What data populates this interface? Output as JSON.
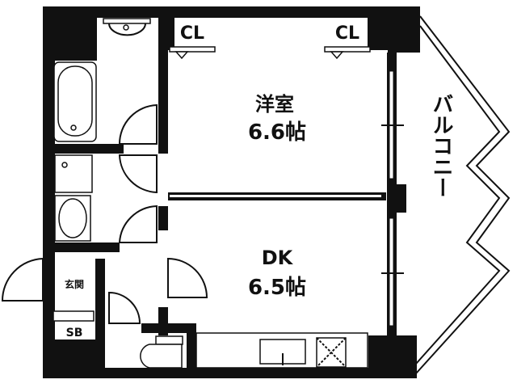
{
  "plan": {
    "closet_left": "CL",
    "closet_right": "CL",
    "western_room": {
      "name": "洋室",
      "size": "6.6帖"
    },
    "dining_kitchen": {
      "name": "DK",
      "size": "6.5帖"
    },
    "balcony": "バルコニー",
    "entrance": "玄関",
    "shoe_box": "SB"
  },
  "colors": {
    "wall": "#111111",
    "background": "#ffffff"
  }
}
